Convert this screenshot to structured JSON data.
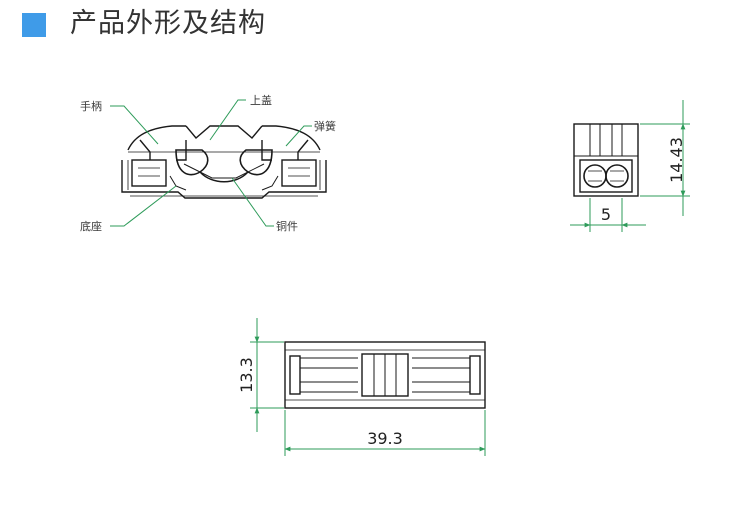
{
  "header": {
    "title": "产品外形及结构"
  },
  "labels": {
    "handle": "手柄",
    "cover": "上盖",
    "spring": "弹簧",
    "base": "底座",
    "copper": "铜件"
  },
  "dimensions": {
    "side_height": "14.43",
    "side_width": "5",
    "top_height": "13.3",
    "top_length": "39.3"
  },
  "colors": {
    "accent": "#3f9be8",
    "dim_line": "#2e9b5a",
    "drawing": "#1a1a1a"
  }
}
